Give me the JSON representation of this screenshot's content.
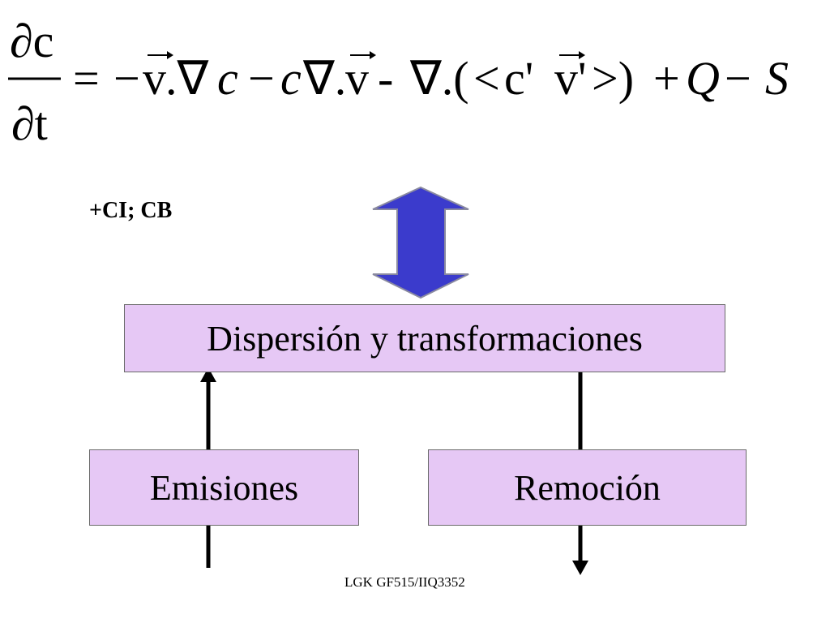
{
  "equation": {
    "numerator": "∂c",
    "denominator": "∂t",
    "rhs_parts": {
      "equals": "=",
      "minus1": "−",
      "v1": "v",
      "dotnabla1": ".∇",
      "c1": "c",
      "minus2": "−",
      "c2": "c",
      "nabla_dot": "∇.",
      "v2": "v",
      "dash": "-",
      "nabla_open": "∇.(",
      "lt": "<",
      "cprime": "c'",
      "vprime": "v'",
      "gt_close": ">)",
      "plus": "+",
      "Q": "Q",
      "minus3": "−",
      "S": "S"
    }
  },
  "conditions_label": "+CI; CB",
  "boxes": {
    "main": "Dispersión y transformaciones",
    "emissions": "Emisiones",
    "removal": "Remoción"
  },
  "colors": {
    "box_fill": "#e6c8f5",
    "double_arrow": "#3b3bcc"
  },
  "footer": "LGK GF515/IIQ3352"
}
